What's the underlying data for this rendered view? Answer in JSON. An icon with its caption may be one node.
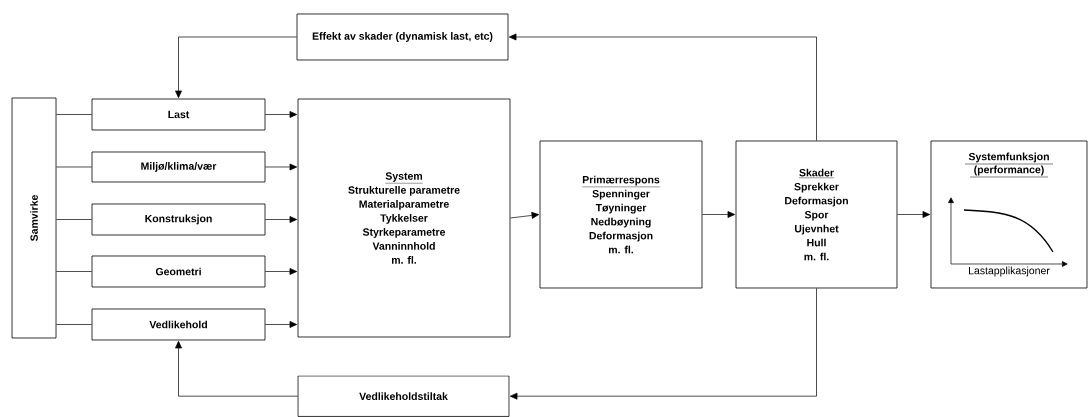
{
  "diagram": {
    "nodes": [
      {
        "text": [
          "Effekt av skader (dynamisk last, etc)"
        ]
      },
      {
        "text": [
          "Samvirke"
        ]
      },
      {
        "text": [
          "Last"
        ]
      },
      {
        "text": [
          "Miljø/klima/vær"
        ]
      },
      {
        "text": [
          "Konstruksjon"
        ]
      },
      {
        "text": [
          "Geometri"
        ]
      },
      {
        "text": [
          "Vedlikehold"
        ]
      },
      {
        "text": [
          "System",
          "Strukturelle parametre",
          "Materialparametre",
          "Tykkelser",
          "Styrkeparametre",
          "Vanninnhold",
          "m. fl."
        ]
      },
      {
        "text": [
          "Primærrespons",
          "Spenninger",
          "Tøyninger",
          "Nedbøyning",
          "Deformasjon",
          "m. fl."
        ]
      },
      {
        "text": [
          "Skader",
          "Sprekker",
          "Deformasjon",
          "Spor",
          "Ujevnhet",
          "Hull",
          "m. fl."
        ]
      },
      {
        "text": [
          "Systemfunksjon (performance)",
          "Lastapplikasjoner"
        ]
      },
      {
        "text": [
          "Vedlikeholdstiltak"
        ]
      }
    ],
    "edges": [
      {
        "from": 1,
        "to": 2,
        "arrow": "none"
      },
      {
        "from": 1,
        "to": 3,
        "arrow": "none"
      },
      {
        "from": 1,
        "to": 4,
        "arrow": "none"
      },
      {
        "from": 1,
        "to": 5,
        "arrow": "none"
      },
      {
        "from": 1,
        "to": 6,
        "arrow": "none"
      },
      {
        "from": 2,
        "to": 7,
        "arrow": "to"
      },
      {
        "from": 3,
        "to": 7,
        "arrow": "to"
      },
      {
        "from": 4,
        "to": 7,
        "arrow": "to"
      },
      {
        "from": 5,
        "to": 7,
        "arrow": "to"
      },
      {
        "from": 6,
        "to": 7,
        "arrow": "to"
      },
      {
        "from": 7,
        "to": 8,
        "arrow": "to"
      },
      {
        "from": 8,
        "to": 9,
        "arrow": "to"
      },
      {
        "from": 9,
        "to": 10,
        "arrow": "to"
      },
      {
        "from": 9,
        "to": 0,
        "arrow": "to"
      },
      {
        "from": 0,
        "to": 2,
        "arrow": "to"
      },
      {
        "from": 9,
        "to": 11,
        "arrow": "to"
      },
      {
        "from": 11,
        "to": 6,
        "arrow": "to"
      }
    ]
  }
}
